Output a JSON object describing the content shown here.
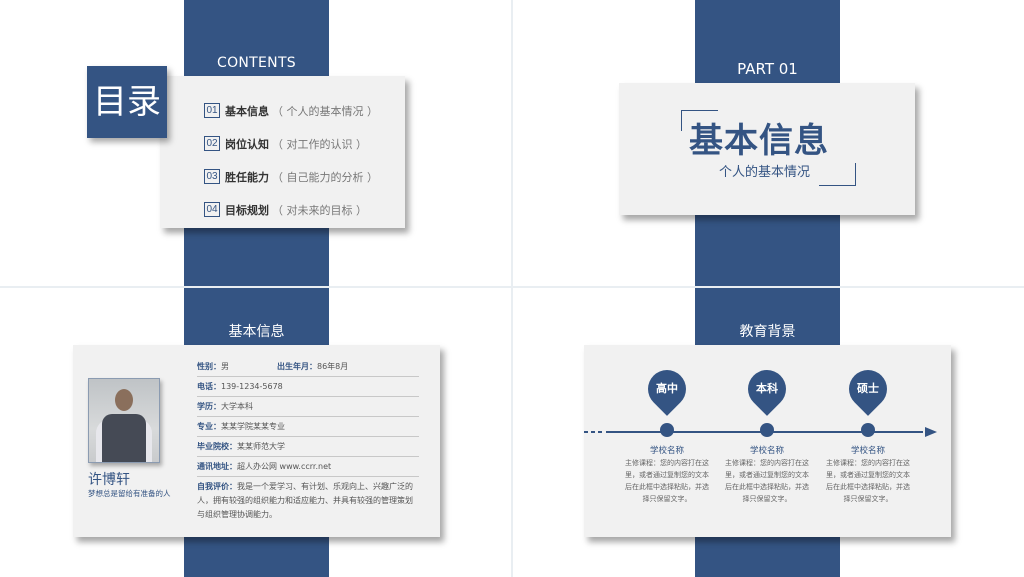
{
  "colors": {
    "brand": "#345483",
    "card": "#f1f1f1",
    "background": "#ffffff",
    "divider": "#e9eef2"
  },
  "slide1": {
    "band_label": "CONTENTS",
    "title": "目录",
    "items": [
      {
        "num": "01",
        "main": "基本信息",
        "sub": "（ 个人的基本情况 ）"
      },
      {
        "num": "02",
        "main": "岗位认知",
        "sub": "（ 对工作的认识 ）"
      },
      {
        "num": "03",
        "main": "胜任能力",
        "sub": "（ 自己能力的分析 ）"
      },
      {
        "num": "04",
        "main": "目标规划",
        "sub": "（ 对未来的目标 ）"
      }
    ]
  },
  "slide2": {
    "band_label": "PART 01",
    "title": "基本信息",
    "subtitle": "个人的基本情况"
  },
  "slide3": {
    "band_label": "基本信息",
    "name": "许博轩",
    "motto": "梦想总是留给有准备的人",
    "gender_label": "性别：",
    "gender": "男",
    "birth_label": "出生年月：",
    "birth": "86年8月",
    "rows": [
      {
        "label": "电话：",
        "value": "139-1234-5678"
      },
      {
        "label": "学历：",
        "value": "大学本科"
      },
      {
        "label": "专业：",
        "value": "某某学院某某专业"
      },
      {
        "label": "毕业院校：",
        "value": "某某师范大学"
      },
      {
        "label": "通讯地址：",
        "value": "超人办公网 www.ccrr.net"
      }
    ],
    "eval_label": "自我评价：",
    "eval_text": "我是一个爱学习、有计划、乐观向上、兴趣广泛的人，拥有较强的组织能力和适应能力、并具有较强的管理策划与组织管理协调能力。"
  },
  "slide4": {
    "band_label": "教育背景",
    "stages": [
      {
        "label": "高中",
        "school": "学校名称",
        "desc": "主修课程：您的内容打在这里，或者通过复制您的文本后在此框中选择粘贴，并选择只保留文字。"
      },
      {
        "label": "本科",
        "school": "学校名称",
        "desc": "主修课程：您的内容打在这里，或者通过复制您的文本后在此框中选择粘贴，并选择只保留文字。"
      },
      {
        "label": "硕士",
        "school": "学校名称",
        "desc": "主修课程：您的内容打在这里，或者通过复制您的文本后在此框中选择粘贴，并选择只保留文字。"
      }
    ]
  }
}
